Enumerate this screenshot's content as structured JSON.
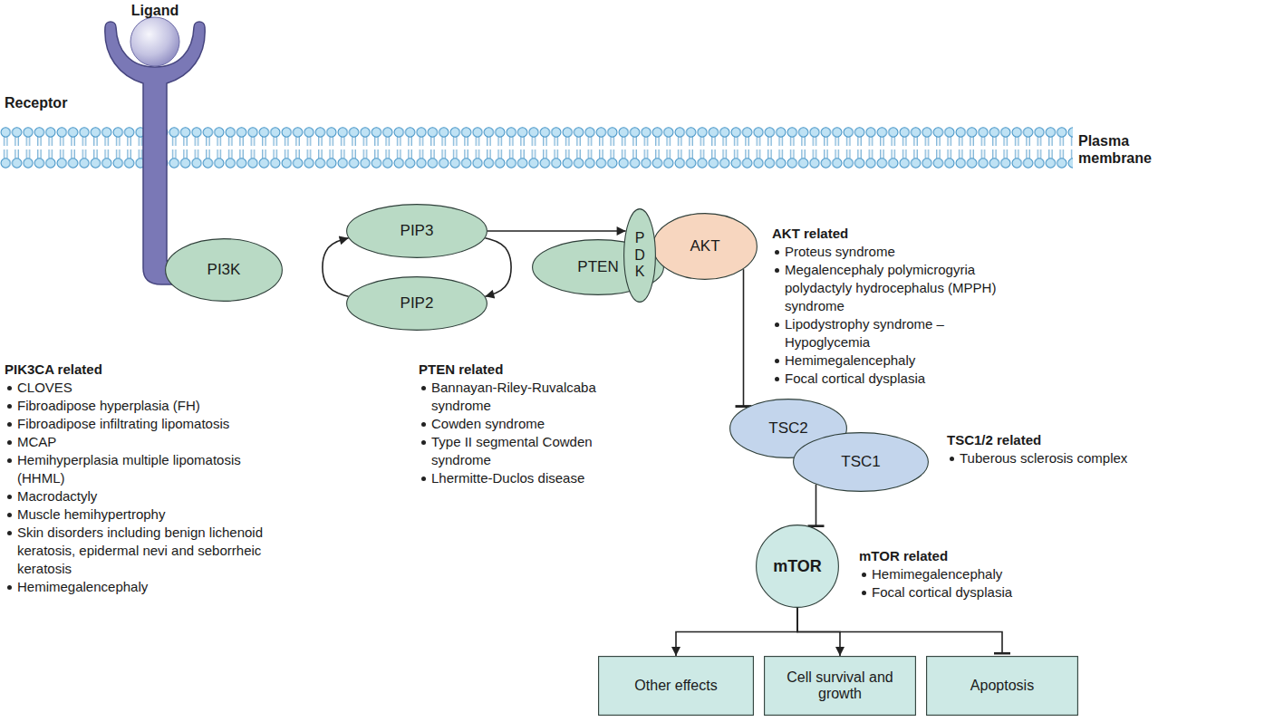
{
  "diagram": {
    "nodes": [
      {
        "text": [
          "PIP3"
        ]
      },
      {
        "text": [
          "P D K"
        ]
      },
      {
        "text": [
          "AKT"
        ]
      },
      {
        "text": [
          "PI3K"
        ]
      },
      {
        "text": [
          "PTEN"
        ]
      },
      {
        "text": [
          "PIP2"
        ]
      },
      {
        "text": [
          "TSC2"
        ]
      },
      {
        "text": [
          "TSC1"
        ]
      },
      {
        "text": [
          "mTOR"
        ]
      },
      {
        "text": [
          "Other effects"
        ]
      },
      {
        "text": [
          "Cell survival and growth"
        ]
      },
      {
        "text": [
          "Apoptosis"
        ]
      }
    ],
    "edges": [
      {
        "from": 5,
        "to": 0,
        "arrow": "to"
      },
      {
        "from": 0,
        "to": 5,
        "arrow": "to"
      },
      {
        "from": 0,
        "to": 1,
        "arrow": "to"
      },
      {
        "from": 2,
        "to": 6,
        "arrow": "to"
      },
      {
        "from": 7,
        "to": 8,
        "arrow": "to"
      },
      {
        "from": 8,
        "to": 9,
        "arrow": "to"
      },
      {
        "from": 8,
        "to": 10,
        "arrow": "to"
      },
      {
        "from": 8,
        "to": 11,
        "arrow": "to"
      }
    ],
    "labels": [
      "Ligand",
      "Receptor",
      "Plasma membrane",
      "PIK3CA related",
      "CLOVES",
      "Fibroadipose hyperplasia (FH)",
      "Fibroadipose infiltrating lipomatosis",
      "MCAP",
      "Hemihyperplasia multiple lipomatosis (HHML)",
      "Macrodactyly",
      "Muscle hemihypertrophy",
      "Skin disorders including benign lichenoid keratosis, epidermal nevi and seborrheic keratosis",
      "Hemimegalencephaly",
      "PTEN related",
      "Bannayan-Riley-Ruvalcaba syndrome",
      "Cowden syndrome",
      "Type II segmental Cowden syndrome",
      "Lhermitte-Duclos disease",
      "AKT related",
      "Proteus syndrome",
      "Megalencephaly polymicrogyria polydactyly hydrocephalus (MPPH) syndrome",
      "Lipodystrophy syndrome – Hypoglycemia",
      "Hemimegalencephaly",
      "Focal cortical dysplasia",
      "TSC1/2 related",
      "Tuberous sclerosis complex",
      "mTOR related",
      "Hemimegalencephaly",
      "Focal cortical dysplasia"
    ]
  }
}
